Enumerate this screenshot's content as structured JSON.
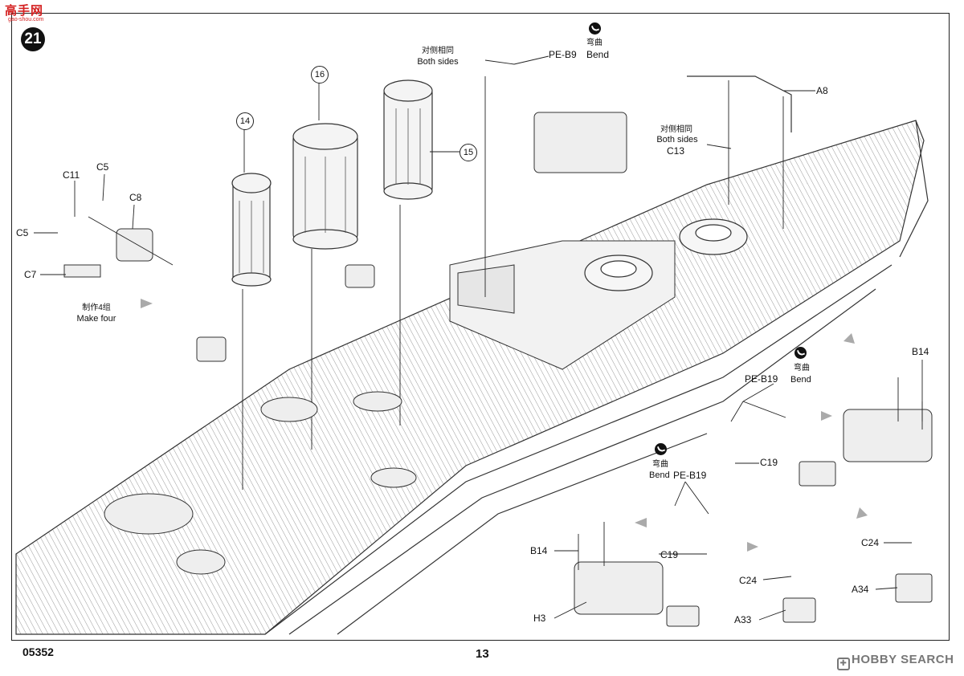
{
  "header": {
    "logo_text": "高手网",
    "logo_sub": "gao-shou.com",
    "step_number": "21"
  },
  "callouts": {
    "funnel_14": "14",
    "funnel_16": "16",
    "funnel_15": "15"
  },
  "parts": {
    "C11": "C11",
    "C5_top": "C5",
    "C8": "C8",
    "C5_left": "C5",
    "C7": "C7",
    "A8": "A8",
    "C13": "C13",
    "B14_right": "B14",
    "C19_right": "C19",
    "C19_left": "C19",
    "B14_left": "B14",
    "H3": "H3",
    "C24_mid": "C24",
    "A33": "A33",
    "C24_right": "C24",
    "A34": "A34",
    "PE_B9": "PE-B9",
    "PE_B19_right": "PE-B19",
    "PE_B19_left": "PE-B19"
  },
  "notes": {
    "make_four_cn": "制作4组",
    "make_four_en": "Make four",
    "both_sides_cn_1": "对侧相同",
    "both_sides_en_1": "Both sides",
    "both_sides_cn_2": "对侧相同",
    "both_sides_en_2": "Both sides",
    "bend_cn": "弯曲",
    "bend_en": "Bend",
    "bend_cn_2": "弯曲",
    "bend_en_2": "Bend",
    "bend_cn_3": "弯曲",
    "bend_en_3": "Bend"
  },
  "footer": {
    "code": "05352",
    "page": "13",
    "watermark": "HOBBY SEARCH"
  }
}
